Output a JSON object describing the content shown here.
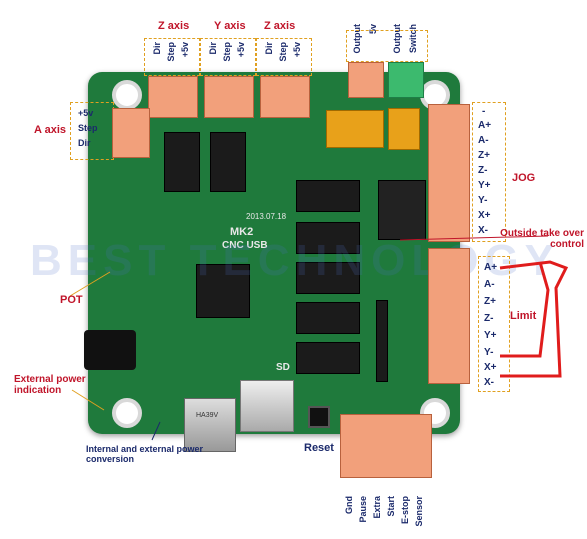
{
  "axes_top": [
    {
      "title": "Z axis",
      "pins": [
        "Dir",
        "Step",
        "+5v"
      ]
    },
    {
      "title": "Y axis",
      "pins": [
        "Dir",
        "Step",
        "+5v"
      ]
    },
    {
      "title": "Z axis",
      "pins": [
        "Dir",
        "Step",
        "+5v"
      ]
    }
  ],
  "a_axis": {
    "title": "A axis",
    "pins": [
      "+5v",
      "Step",
      "Dir"
    ]
  },
  "top_right": {
    "items": [
      "Output",
      "5v",
      "Output",
      "Switch"
    ]
  },
  "jog": {
    "title": "JOG",
    "pins": [
      "-",
      "A+",
      "A-",
      "Z+",
      "Z-",
      "Y+",
      "Y-",
      "X+",
      "X-"
    ]
  },
  "limit": {
    "title": "Limit",
    "pins": [
      "A+",
      "A-",
      "Z+",
      "Z-",
      "Y+",
      "Y-",
      "X+",
      "X-"
    ]
  },
  "outside_control": "Outside take over control",
  "pot": "POT",
  "ext_power": "External power indication",
  "power_conv": "Internal and external power conversion",
  "reset": "Reset",
  "bottom_pins": [
    "Gnd",
    "Pause",
    "Extra",
    "Start",
    "E-stop",
    "Sensor"
  ],
  "board": {
    "model": "MK2",
    "date": "2013.07.18",
    "cnc": "CNC USB",
    "sd": "SD",
    "usb_chip": "HA39V"
  },
  "watermark": "BEST TECHNOLOGY",
  "colors": {
    "board": "#1f7a3c",
    "terminal": "#f2a07b",
    "label_red": "#c0152a",
    "label_navy": "#1b2a6b",
    "dash": "#e0a020",
    "red_wire": "#e01c1c"
  }
}
